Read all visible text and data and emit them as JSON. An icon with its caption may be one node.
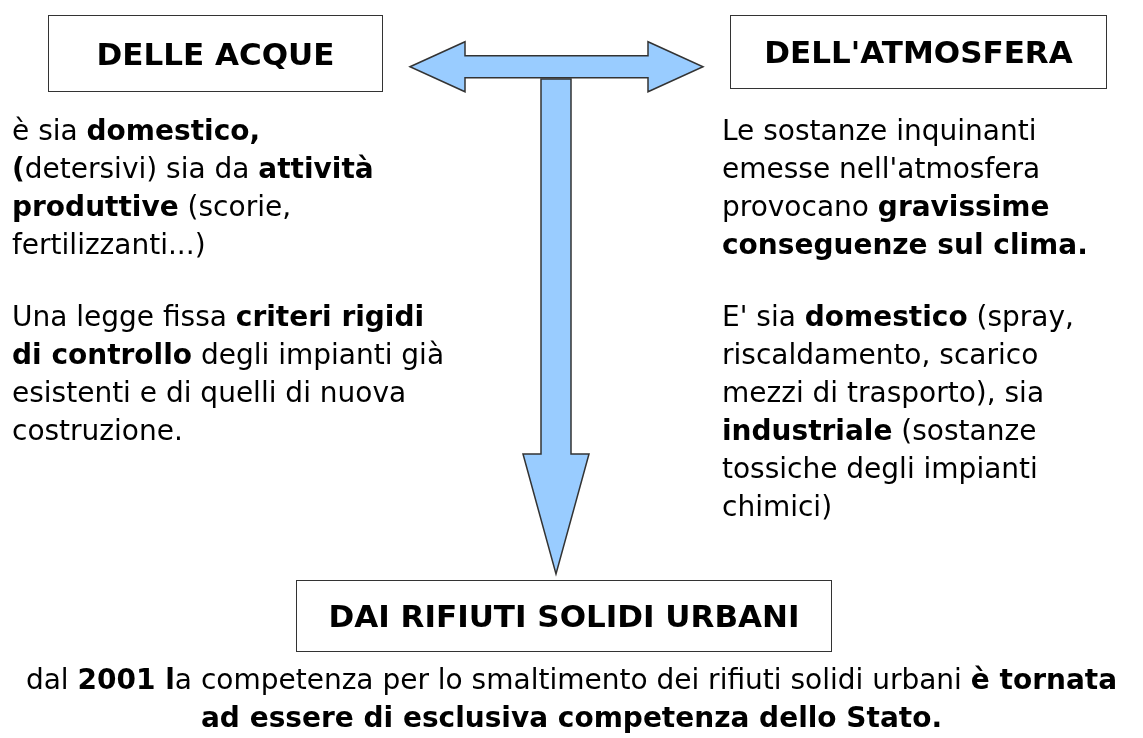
{
  "diagram": {
    "nodes": [
      {
        "text": [
          "DELLE ACQUE"
        ],
        "beside": [
          "è sia **domestico, (**detersivi) sia da **attività produttive** (scorie, fertilizzanti...)",
          "Una legge fissa **criteri rigidi di controllo** degli impianti già esistenti e di quelli di nuova costruzione."
        ]
      },
      {
        "text": [
          "DELL'ATMOSFERA"
        ],
        "beside": [
          "Le sostanze inquinanti emesse nell'atmosfera provocano **gravissime conseguenze sul clima.**",
          "E' sia **domestico** (spray, riscaldamento, scarico mezzi di trasporto), sia **industriale** (sostanze tossiche degli impianti chimici)"
        ]
      },
      {
        "text": [
          "DAI RIFIUTI SOLIDI URBANI"
        ],
        "beside": [
          "dal **2001 l**a competenza per lo smaltimento dei rifiuti solidi urbani **è tornata ad essere di esclusiva competenza dello Stato.**"
        ]
      }
    ],
    "edges": [
      {
        "from": 0,
        "to": 1,
        "arrow": "both",
        "style": "thick",
        "color": "#99ccff"
      },
      {
        "from": null,
        "to": 2,
        "arrow": "to",
        "style": "thick",
        "color": "#99ccff"
      }
    ]
  }
}
